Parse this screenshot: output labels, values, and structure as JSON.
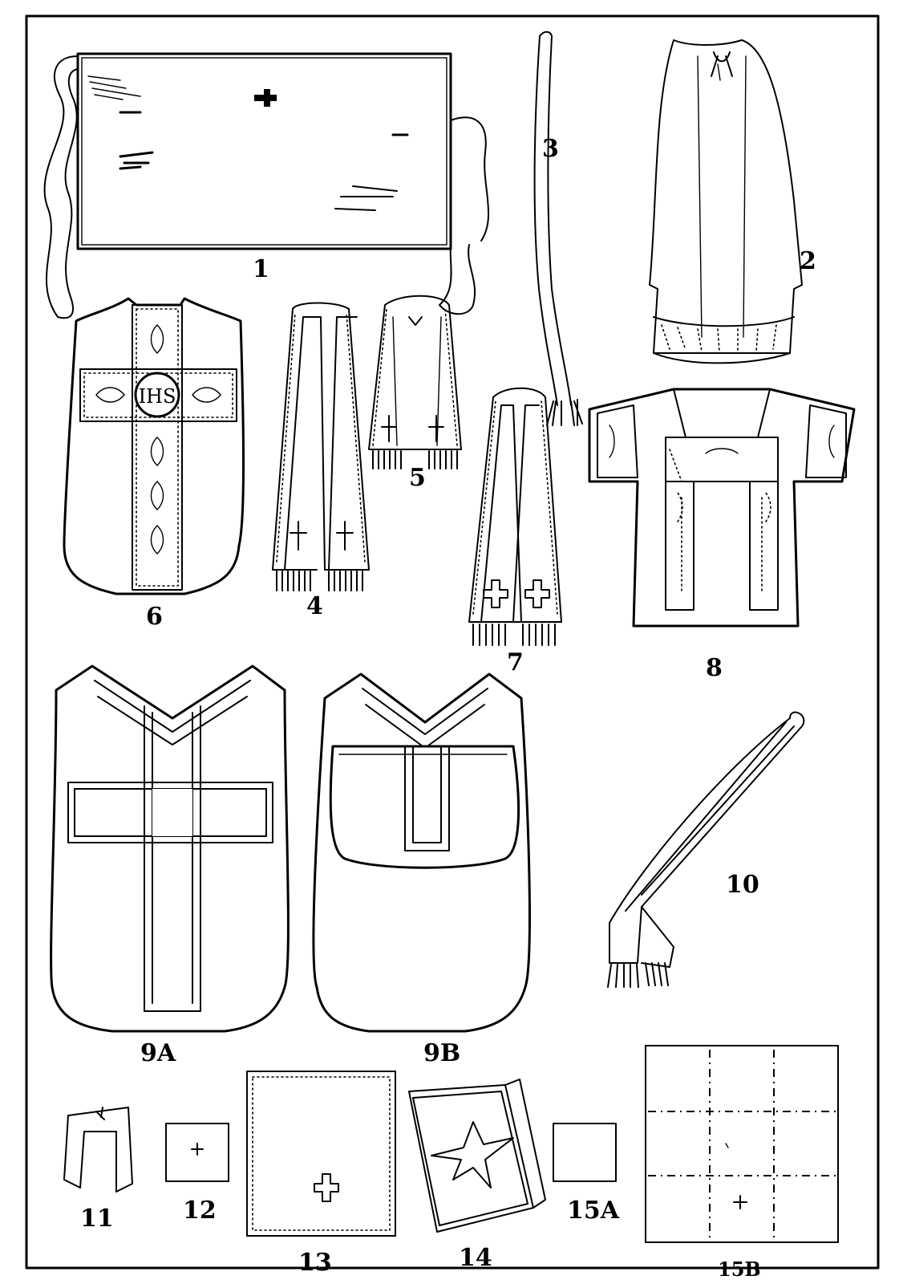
{
  "plate": {
    "labels": {
      "l1": "1",
      "l2": "2",
      "l3": "3",
      "l4": "4",
      "l5": "5",
      "l6": "6",
      "l7": "7",
      "l8": "8",
      "l9a": "9A",
      "l9b": "9B",
      "l10": "10",
      "l11": "11",
      "l12": "12",
      "l13": "13",
      "l14": "14",
      "l15a": "15A",
      "l15b": "15B"
    },
    "monogram": "IHS"
  }
}
